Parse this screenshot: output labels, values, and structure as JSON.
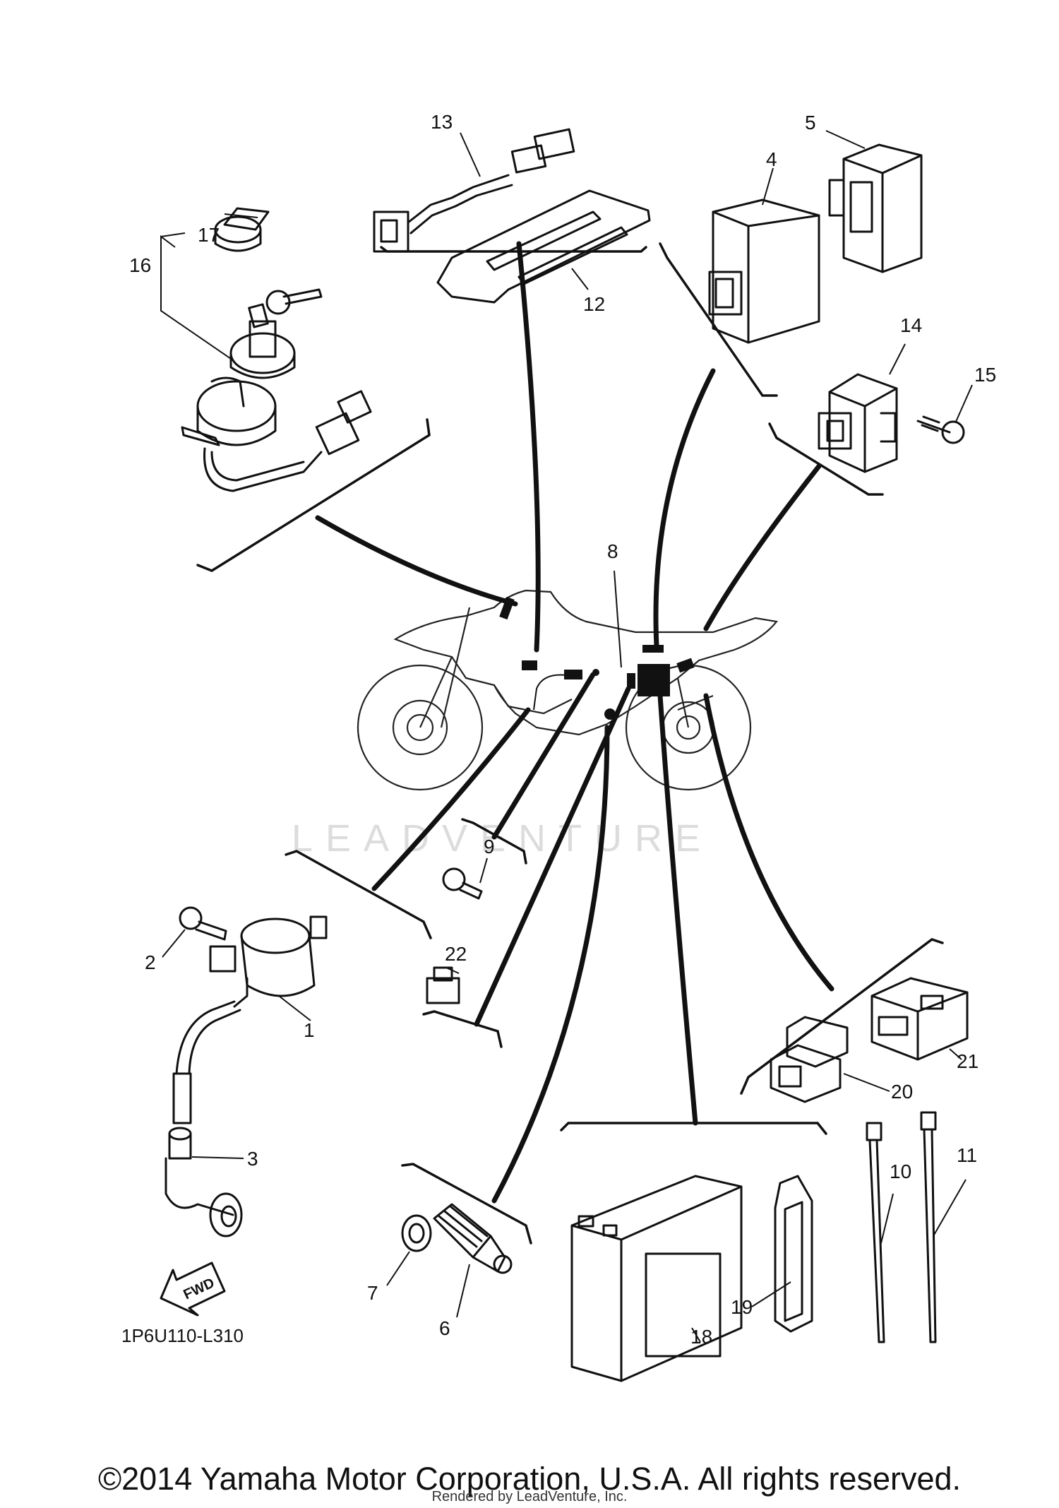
{
  "diagram": {
    "callouts": [
      "1",
      "2",
      "3",
      "4",
      "5",
      "6",
      "7",
      "8",
      "9",
      "10",
      "11",
      "12",
      "13",
      "14",
      "15",
      "16",
      "17",
      "18",
      "19",
      "20",
      "21",
      "22"
    ],
    "diagram_code": "1P6U110-L310",
    "fwd_label": "FWD",
    "watermark": "LEADVENTURE",
    "copyright": "©2014 Yamaha Motor Corporation, U.S.A. All rights reserved.",
    "rendered_by": "Rendered by LeadVenture, Inc."
  }
}
